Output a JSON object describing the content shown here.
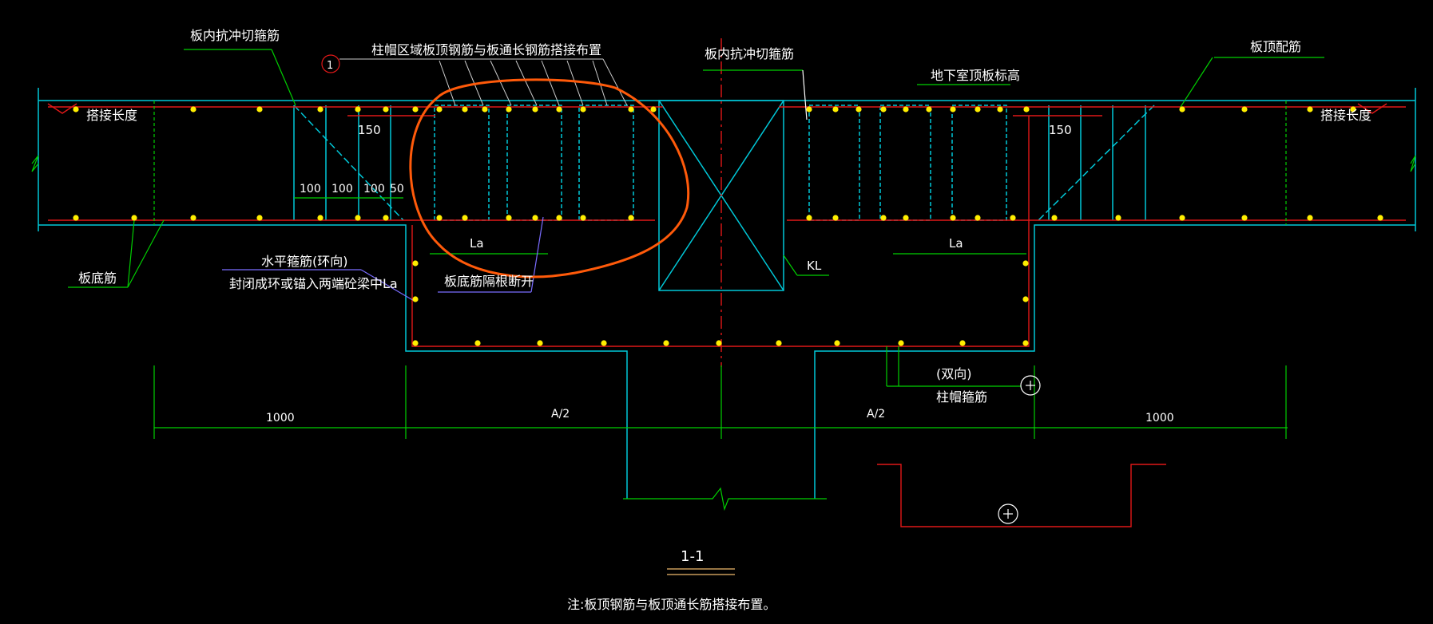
{
  "colors": {
    "background": "#000000",
    "concrete_outline": "#00c8d8",
    "rebar_red": "#e01818",
    "dimension_green": "#00d000",
    "rebar_dot": "#ffee00",
    "centerline": "#e01818",
    "markup_orange": "#ff5a0a",
    "leader_purple": "#7a6cff",
    "text": "#ffffff"
  },
  "labels": {
    "shear_left": "板内抗冲切箍筋",
    "column_cap_top": "柱帽区域板顶钢筋与板通长钢筋搭接布置",
    "ref_number": "1",
    "shear_mid": "板内抗冲切箍筋",
    "basement_elev": "地下室顶板标高",
    "top_dist": "板顶配筋",
    "lap_left": "搭接长度",
    "lap_right": "搭接长度",
    "d150_left": "150",
    "d150_right": "150",
    "d100_a": "100",
    "d100_b": "100",
    "d100_c": "100",
    "d50": "50",
    "la_left": "La",
    "la_right": "La",
    "hoop_line1": "水平箍筋(环向)",
    "hoop_line2": "封闭成环或锚入两端砼梁中La",
    "bottom_cut": "板底筋隔根断开",
    "bottom_bar": "板底筋",
    "kl": "KL",
    "cap_two_way": "(双向)",
    "cap_stirrup": "柱帽箍筋",
    "dim_1000_left": "1000",
    "dim_a2_left": "A/2",
    "dim_a2_right": "A/2",
    "dim_1000_right": "1000",
    "section_title": "1-1",
    "note": "注:板顶钢筋与板顶通长筋搭接布置。"
  }
}
